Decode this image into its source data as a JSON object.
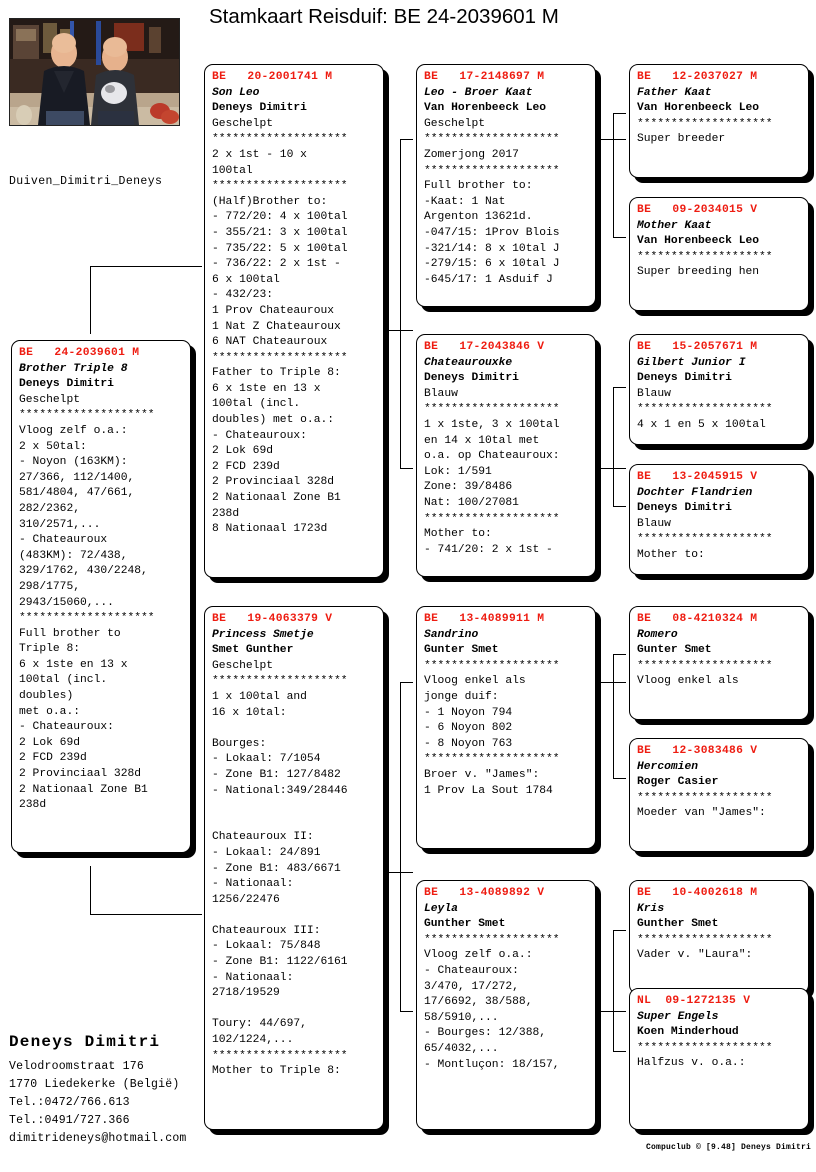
{
  "header": {
    "title": "Stamkaart Reisduif: BE  24-2039601 M",
    "photo_caption": "Duiven_Dimitri_Deneys",
    "photo_alt": "two-men-with-pigeon-photo"
  },
  "footer": {
    "owner_name": "Deneys Dimitri",
    "address_line1": "Velodroomstraat 176",
    "address_line2": "1770  Liedekerke (België)",
    "tel1": "Tel.:0472/766.613",
    "tel2": "Tel.:0491/727.366",
    "email": "dimitrideneys@hotmail.com",
    "credit": "Compuclub © [9.48]  Deneys Dimitri"
  },
  "colors": {
    "ring_red": "#ee1c11",
    "box_border": "#000000",
    "background": "#ffffff"
  },
  "separator": "********************",
  "pedigree": {
    "subject": {
      "ring": "BE   24-2039601 M",
      "name": "Brother Triple 8",
      "owner": "Deneys Dimitri",
      "color": "Geschelpt",
      "body": "Vloog zelf o.a.:\n2 x 50tal:\n- Noyon (163KM):\n27/366, 112/1400,\n581/4804, 47/661,\n282/2362,\n310/2571,...\n- Chateauroux\n(483KM): 72/438,\n329/1762, 430/2248,\n298/1775,\n2943/15060,...\n********************\nFull brother to\nTriple 8:\n6 x 1ste en 13 x\n100tal (incl.\ndoubles)\nmet o.a.:\n- Chateauroux:\n2 Lok 69d\n2 FCD 239d\n2 Provinciaal 328d\n2 Nationaal Zone B1\n238d"
    },
    "father": {
      "ring": "BE   20-2001741 M",
      "name": "Son Leo",
      "owner": "Deneys Dimitri",
      "color": "Geschelpt",
      "body": "2 x 1st - 10 x\n100tal\n********************\n(Half)Brother to:\n- 772/20: 4 x 100tal\n- 355/21: 3 x 100tal\n- 735/22: 5 x 100tal\n- 736/22: 2 x 1st -\n6 x 100tal\n- 432/23:\n1 Prov Chateauroux\n1 Nat Z Chateauroux\n6 NAT Chateauroux\n********************\nFather to Triple 8:\n6 x 1ste en 13 x\n100tal (incl.\ndoubles) met o.a.:\n- Chateauroux:\n2 Lok 69d\n2 FCD 239d\n2 Provinciaal 328d\n2 Nationaal Zone B1\n238d\n8 Nationaal 1723d"
    },
    "mother": {
      "ring": "BE   19-4063379 V",
      "name": "Princess Smetje",
      "owner": "Smet Gunther",
      "color": "Geschelpt",
      "body": "1 x 100tal and\n16 x 10tal:\n\nBourges:\n- Lokaal: 7/1054\n- Zone B1: 127/8482\n- National:349/28446\n\n\nChateauroux II:\n- Lokaal: 24/891\n- Zone B1: 483/6671\n- Nationaal:\n1256/22476\n\nChateauroux III:\n- Lokaal: 75/848\n- Zone B1: 1122/6161\n- Nationaal:\n2718/19529\n\nToury: 44/697,\n102/1224,...\n********************\nMother to Triple 8:"
    },
    "ff": {
      "ring": "BE   17-2148697 M",
      "name": "Leo - Broer Kaat",
      "owner": "Van Horenbeeck Leo",
      "color": "Geschelpt",
      "body": "Zomerjong 2017\n********************\nFull brother to:\n-Kaat: 1 Nat\nArgenton 13621d.\n-047/15: 1Prov Blois\n-321/14: 8 x 10tal J\n-279/15: 6 x 10tal J\n-645/17: 1 Asduif J"
    },
    "fm": {
      "ring": "BE   17-2043846 V",
      "name": "Chateaurouxke",
      "owner": "Deneys Dimitri",
      "color": "Blauw",
      "body": "1 x 1ste, 3 x 100tal\nen 14 x 10tal met\no.a. op Chateauroux:\nLok: 1/591\nZone: 39/8486\nNat: 100/27081\n********************\nMother to:\n- 741/20: 2 x 1st -"
    },
    "mf": {
      "ring": "BE   13-4089911 M",
      "name": "Sandrino",
      "owner": "Gunter Smet",
      "color": "",
      "body": "Vloog enkel als\njonge duif:\n- 1 Noyon 794\n- 6 Noyon 802\n- 8 Noyon 763\n********************\nBroer v. \"James\":\n1 Prov La Sout 1784"
    },
    "mm": {
      "ring": "BE   13-4089892 V",
      "name": "Leyla",
      "owner": "Gunther Smet",
      "color": "",
      "body": "Vloog zelf o.a.:\n- Chateauroux:\n3/470, 17/272,\n17/6692, 38/588,\n58/5910,...\n- Bourges: 12/388,\n65/4032,...\n- Montluçon: 18/157,"
    },
    "fff": {
      "ring": "BE   12-2037027 M",
      "name": "Father Kaat",
      "owner": "Van Horenbeeck Leo",
      "color": "",
      "body": "Super breeder"
    },
    "ffm": {
      "ring": "BE   09-2034015 V",
      "name": "Mother Kaat",
      "owner": "Van Horenbeeck Leo",
      "color": "",
      "body": "Super breeding hen"
    },
    "fmf": {
      "ring": "BE   15-2057671 M",
      "name": "Gilbert Junior I",
      "owner": "Deneys Dimitri",
      "color": "Blauw",
      "body": "4 x 1 en 5 x 100tal"
    },
    "fmm": {
      "ring": "BE   13-2045915 V",
      "name": "Dochter Flandrien",
      "owner": "Deneys Dimitri",
      "color": "Blauw",
      "body": "Mother to:"
    },
    "mff": {
      "ring": "BE   08-4210324 M",
      "name": "Romero",
      "owner": "Gunter Smet",
      "color": "",
      "body": "Vloog enkel als"
    },
    "mfm": {
      "ring": "BE   12-3083486 V",
      "name": "Hercomien",
      "owner": "Roger Casier",
      "color": "",
      "body": "Moeder van \"James\":"
    },
    "mmf": {
      "ring": "BE   10-4002618 M",
      "name": "Kris",
      "owner": "Gunther Smet",
      "color": "",
      "body": "Vader v. \"Laura\":"
    },
    "mmm": {
      "ring": "NL  09-1272135 V",
      "name": "Super Engels",
      "owner": "Koen Minderhoud",
      "color": "",
      "body": "Halfzus v. o.a.:"
    }
  }
}
